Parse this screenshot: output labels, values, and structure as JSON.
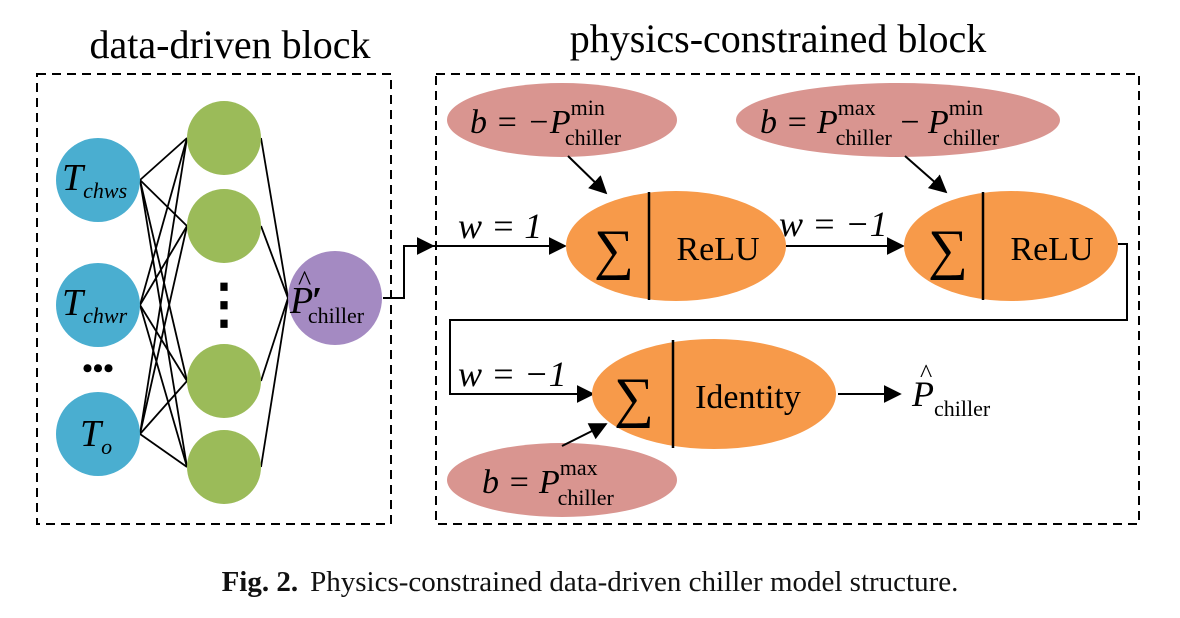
{
  "blocks": {
    "data_driven_title": "data-driven block",
    "physics_constrained_title": "physics-constrained block"
  },
  "inputs": {
    "t_chws": {
      "main": "T",
      "sub": "chws"
    },
    "t_chwr": {
      "main": "T",
      "sub": "chwr"
    },
    "ellipsis": "•••",
    "t_o": {
      "main": "T",
      "sub": "o"
    }
  },
  "hidden_layer": {
    "ellipsis": "⋮"
  },
  "output_node": {
    "main": "P",
    "prime": "′",
    "sub": "chiller"
  },
  "physics": {
    "w1": "w = 1",
    "w2": "w = −1",
    "w3": "w = −1",
    "sigma": "∑",
    "relu1": "ReLU",
    "relu2": "ReLU",
    "identity": "Identity",
    "bias1": {
      "prefix": "b = −",
      "main": "P",
      "sup": "min",
      "sub": "chiller"
    },
    "bias2": {
      "prefix": "b = ",
      "main_a": "P",
      "sup_a": "max",
      "sub_a": "chiller",
      "minus": " − ",
      "main_b": "P",
      "sup_b": "min",
      "sub_b": "chiller"
    },
    "bias3": {
      "prefix": "b = ",
      "main": "P",
      "sup": "max",
      "sub": "chiller"
    },
    "final_output": {
      "main": "P",
      "sub": "chiller"
    }
  },
  "caption": {
    "label": "Fig. 2.",
    "text": "Physics-constrained data-driven chiller model structure."
  },
  "colors": {
    "input_node": "#4aaed0",
    "hidden_node": "#9bbb59",
    "output_node": "#a48ac2",
    "sum_node": "#f79a4a",
    "bias_node": "#d99590"
  }
}
